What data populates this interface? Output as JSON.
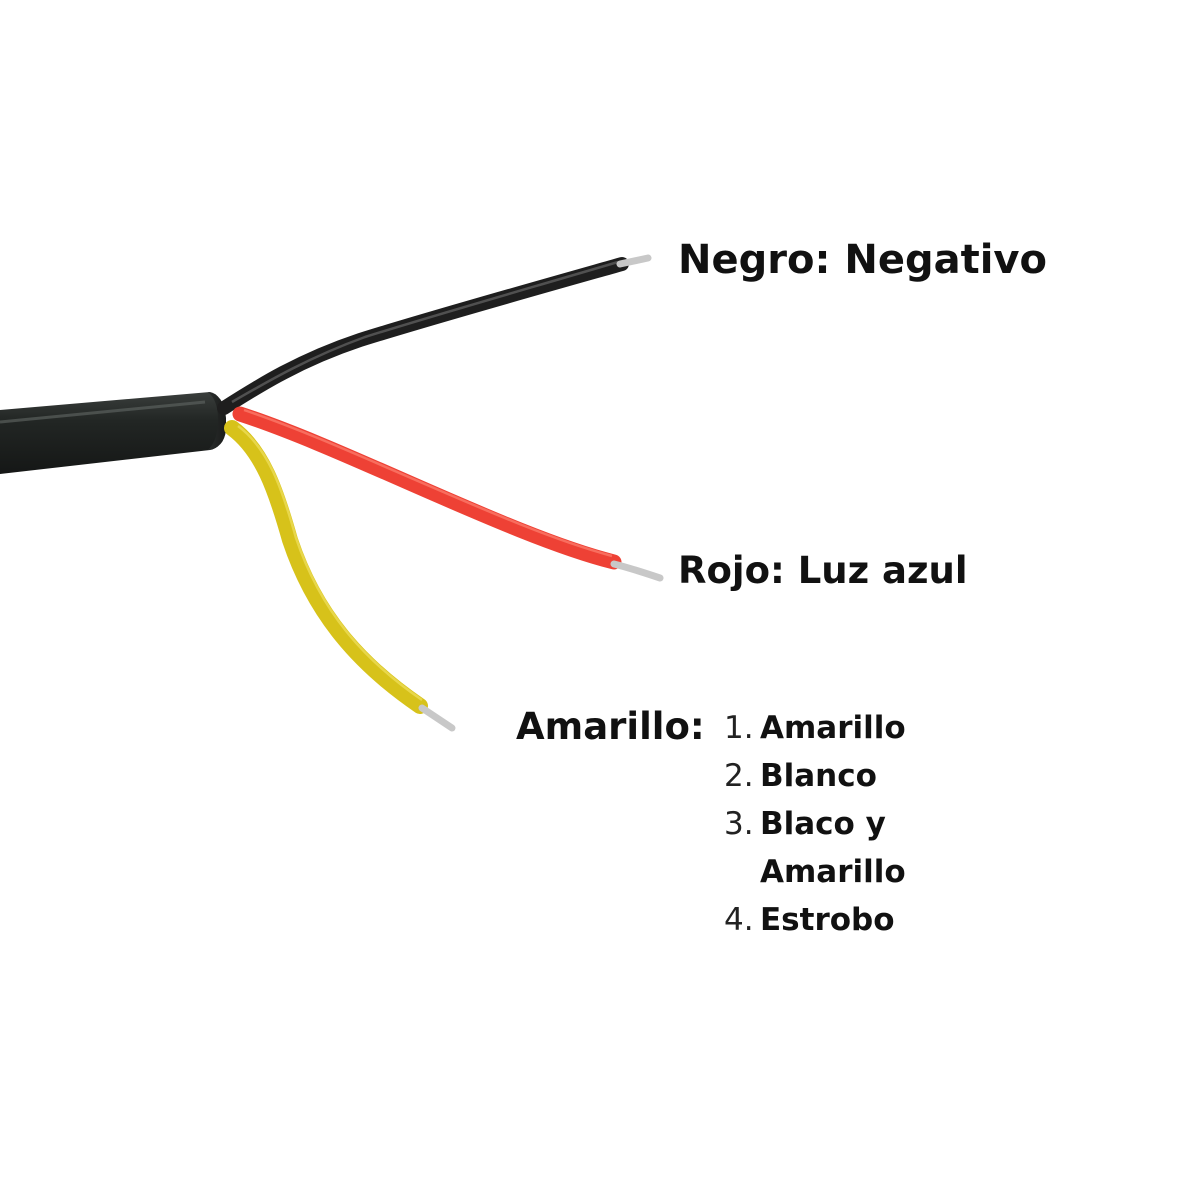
{
  "colors": {
    "cable_jacket": "#222624",
    "black_wire": "#1e1e1e",
    "red_wire": "#ee4135",
    "yellow_wire": "#d7c21a",
    "copper_tip": "#c8c8c8"
  },
  "labels": {
    "black": "Negro: Negativo",
    "red": "Rojo: Luz azul",
    "yellow": "Amarillo:"
  },
  "yellow_options": [
    {
      "num": "1.",
      "text": "Amarillo"
    },
    {
      "num": "2.",
      "text": "Blanco"
    },
    {
      "num": "3.",
      "text": "Blaco y Amarillo"
    },
    {
      "num": "4.",
      "text": "Estrobo"
    }
  ]
}
